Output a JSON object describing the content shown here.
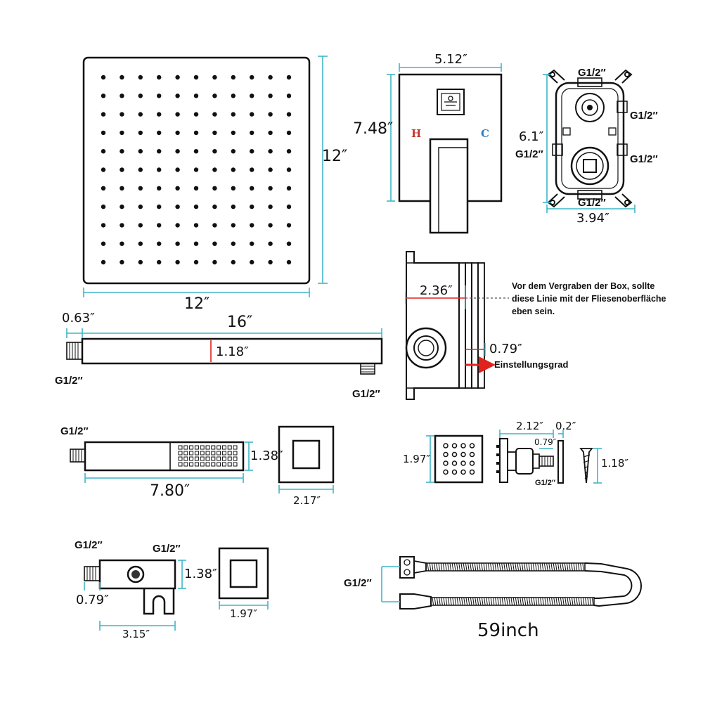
{
  "colors": {
    "dimension_line": "#3fb6c9",
    "outline": "#111111",
    "hot": "#c0392b",
    "cold": "#2f7fc1",
    "arrow": "#e0231d"
  },
  "rain_shower_head": {
    "height": "12″",
    "width": "12″"
  },
  "valve_trim_plate": {
    "width": "5.12″",
    "height": "7.48″",
    "hot": "H",
    "cold": "C"
  },
  "valve_body_front": {
    "top_port": "G1/2″",
    "right_top_port": "G1/2″",
    "left_port": "G1/2″",
    "right_bottom_port": "G1/2″",
    "bottom_port": "G1/2″",
    "height": "6.1″",
    "width": "3.94″"
  },
  "valve_body_side": {
    "depth": "2.36″",
    "adjust_range": "0.79″",
    "adjust_label": "Einstellungsgrad",
    "install_note": "Vor dem Vergraben der Box, sollte diese Linie mit der Fliesenoberfläche eben sein."
  },
  "shower_arm": {
    "wall_offset": "0.63″",
    "length": "16″",
    "thickness": "1.18″",
    "inlet_thread": "G1/2″",
    "outlet_thread": "G1/2″"
  },
  "handheld_shower": {
    "thread": "G1/2″",
    "length": "7.80″",
    "thickness": "1.38″",
    "flange_width": "2.17″"
  },
  "body_jet": {
    "face_size": "1.97″",
    "depth": "2.12″",
    "plate_thickness": "0.2″",
    "thread_length": "0.79″",
    "thread": "G1/2″",
    "screw_length": "1.18″"
  },
  "wall_outlet": {
    "inlet_thread": "G1/2″",
    "outlet_thread": "G1/2″",
    "height": "1.38″",
    "thread_length": "0.79″",
    "length": "3.15″",
    "flange_width": "1.97″"
  },
  "hose": {
    "thread": "G1/2″",
    "length": "59inch"
  }
}
